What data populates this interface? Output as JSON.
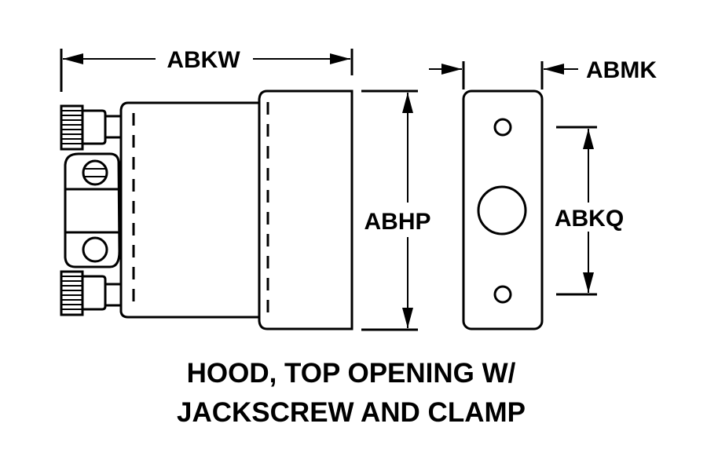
{
  "diagram": {
    "type": "technical-drawing",
    "subject": "connector hood",
    "caption": {
      "line1": "HOOD, TOP OPENING W/",
      "line2": "JACKSCREW AND CLAMP"
    },
    "dimensions": {
      "overall_length": "ABKW",
      "height": "ABHP",
      "end_view_width": "ABMK",
      "mounting_hole_spacing": "ABKQ"
    },
    "views": {
      "side_view": [
        "jackscrew-top",
        "jackscrew-bottom",
        "cable-clamp",
        "hood-body",
        "hood-front-shell"
      ],
      "end_view": [
        "face-plate",
        "mounting-hole-top",
        "center-opening",
        "mounting-hole-bottom"
      ]
    },
    "colors": {
      "line": "#000000",
      "background": "#ffffff"
    }
  }
}
